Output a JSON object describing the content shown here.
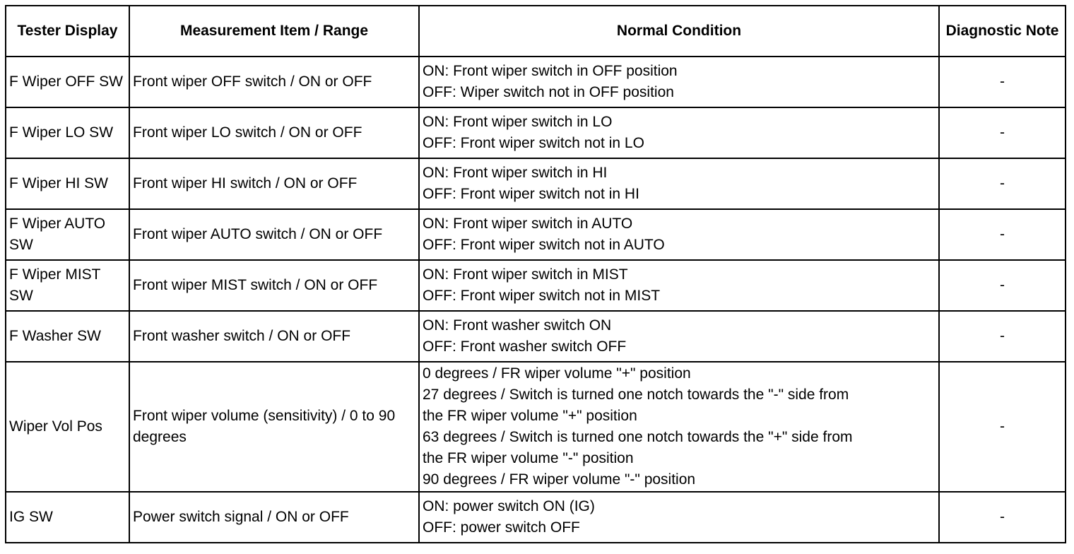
{
  "table": {
    "headers": {
      "display": "Tester Display",
      "item": "Measurement Item / Range",
      "condition": "Normal Condition",
      "note": "Diagnostic Note"
    },
    "rows": [
      {
        "display": "F Wiper OFF SW",
        "item": "Front wiper OFF switch / ON or OFF",
        "condition": [
          "ON: Front wiper switch in OFF position",
          "OFF: Wiper switch not in OFF position"
        ],
        "note": "-"
      },
      {
        "display": "F Wiper LO SW",
        "item": "Front wiper LO switch / ON or OFF",
        "condition": [
          "ON: Front wiper switch in LO",
          "OFF: Front wiper switch not in LO"
        ],
        "note": "-"
      },
      {
        "display": "F Wiper HI SW",
        "item": "Front wiper HI switch / ON or OFF",
        "condition": [
          "ON: Front wiper switch in HI",
          "OFF: Front wiper switch not in HI"
        ],
        "note": "-"
      },
      {
        "display": "F Wiper AUTO SW",
        "item": "Front wiper AUTO switch / ON or OFF",
        "condition": [
          "ON: Front wiper switch in AUTO",
          "OFF: Front wiper switch not in AUTO"
        ],
        "note": "-"
      },
      {
        "display": "F Wiper MIST SW",
        "item": "Front wiper MIST switch / ON or OFF",
        "condition": [
          "ON: Front wiper switch in MIST",
          "OFF: Front wiper switch not in MIST"
        ],
        "note": "-"
      },
      {
        "display": "F Washer SW",
        "item": "Front washer switch / ON or OFF",
        "condition": [
          "ON: Front washer switch ON",
          "OFF: Front washer switch OFF"
        ],
        "note": "-"
      },
      {
        "display": "Wiper Vol Pos",
        "item": "Front wiper volume (sensitivity) / 0 to 90 degrees",
        "condition": [
          "0 degrees / FR wiper volume \"+\" position",
          "27 degrees / Switch is turned one notch towards the \"-\" side from",
          "the FR wiper volume \"+\" position",
          "63 degrees / Switch is turned one notch towards the \"+\" side from",
          "the FR wiper volume \"-\" position",
          "90 degrees / FR wiper volume \"-\" position"
        ],
        "note": "-"
      },
      {
        "display": "IG SW",
        "item": "Power switch signal / ON or OFF",
        "condition": [
          "ON: power switch ON (IG)",
          "OFF: power switch OFF"
        ],
        "note": "-"
      }
    ]
  }
}
